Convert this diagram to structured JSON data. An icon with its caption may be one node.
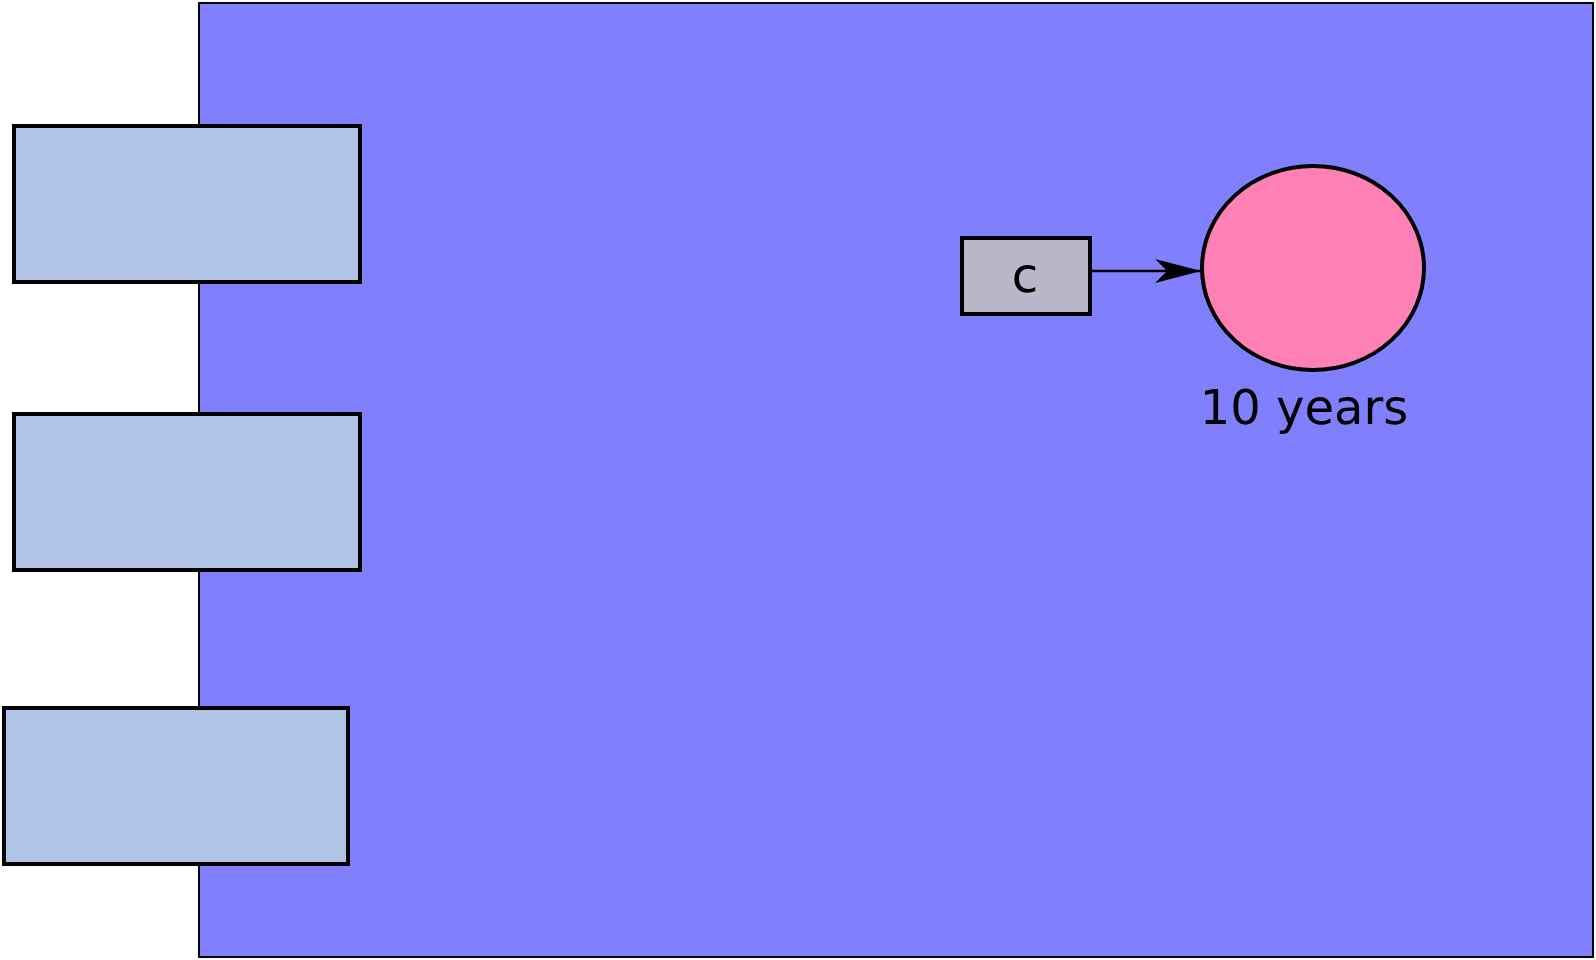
{
  "diagram": {
    "nodes": [
      {
        "text": [],
        "shape": "box"
      },
      {
        "text": [],
        "shape": "box"
      },
      {
        "text": [],
        "shape": "box"
      },
      {
        "text": [],
        "shape": "box"
      },
      {
        "text": [
          "c"
        ],
        "in": 0
      },
      {
        "text": [],
        "shape": "circle",
        "in": 0,
        "beside": [
          "10 years"
        ]
      }
    ],
    "edges": [
      {
        "from": 4,
        "to": 5,
        "arrow": "to"
      }
    ]
  }
}
